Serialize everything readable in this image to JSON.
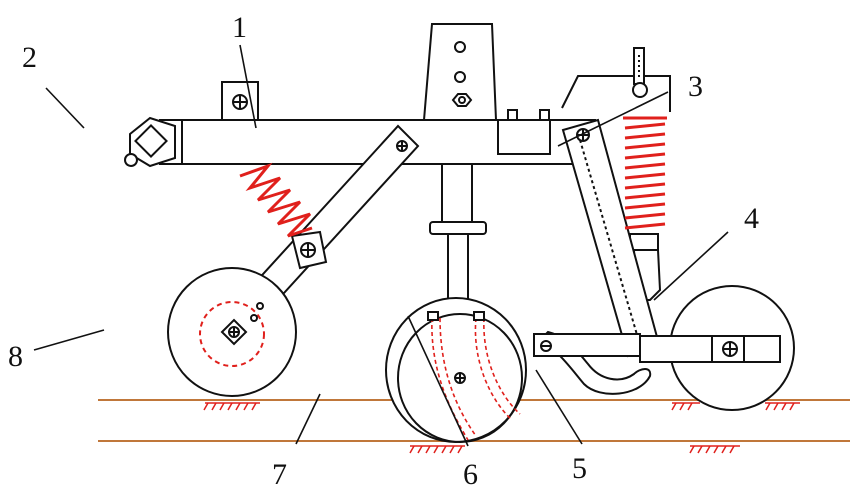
{
  "colors": {
    "line": "#111111",
    "spring": "#e0201c",
    "hidden_line": "#e0201c",
    "ground": "#c0773a",
    "hatch": "#e0201c"
  },
  "callouts": {
    "c1": "1",
    "c2": "2",
    "c3": "3",
    "c4": "4",
    "c5": "5",
    "c6": "6",
    "c7": "7",
    "c8": "8"
  }
}
